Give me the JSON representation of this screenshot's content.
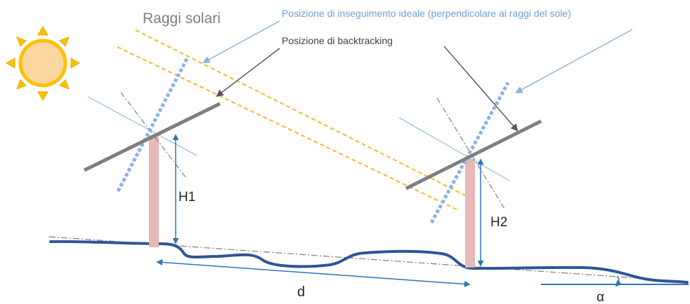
{
  "labels": {
    "sun_rays": "Raggi solari",
    "ideal_position": "Posizione di inseguimento ideale (perpendicolare ai raggi del sole)",
    "backtracking_position": "Posizione di backtracking",
    "height_1": "H1",
    "height_2": "H2",
    "distance": "d",
    "slope_angle": "α"
  },
  "colors": {
    "sun_fill": "#FAD7A0",
    "sun_rays": "#FFC000",
    "light_rays": "#F5B82E",
    "ideal_panel": "#8DB3E2",
    "ideal_label": "#6E9ED6",
    "backtrack_panel": "#7F7F7F",
    "post": "#E6B8B7",
    "terrain": "#2F5597",
    "dimension": "#2E75B6",
    "normal_line": "#9DC3E6",
    "construction_line": "#7F7F7F",
    "text": "#262626"
  }
}
